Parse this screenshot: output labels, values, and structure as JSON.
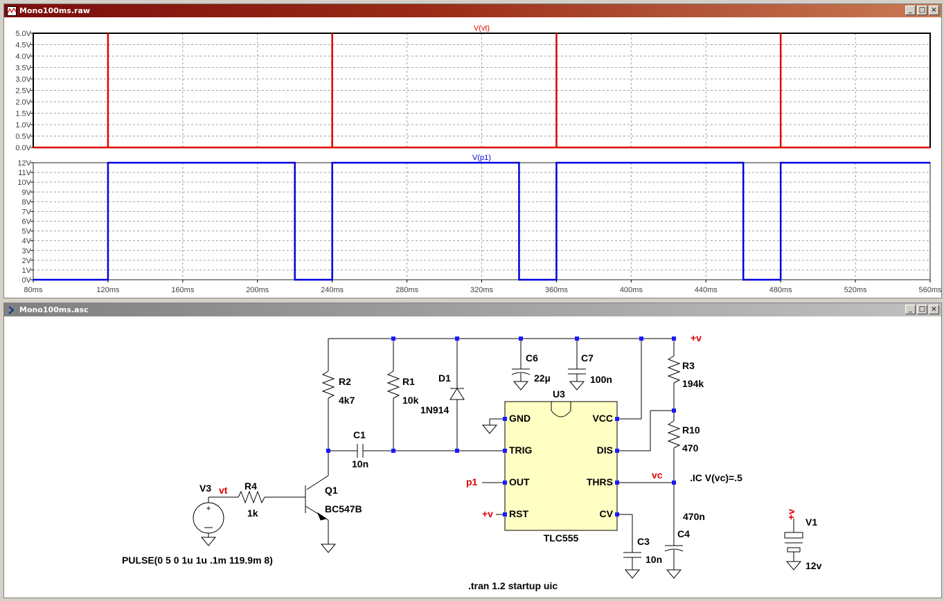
{
  "waveform_window": {
    "title": "Mono100ms.raw",
    "buttons": {
      "minimize": "_",
      "maximize": "□",
      "close": "×"
    }
  },
  "schematic_window": {
    "title": "Mono100ms.asc",
    "buttons": {
      "minimize": "_",
      "maximize": "□",
      "close": "×"
    }
  },
  "chart_data": [
    {
      "type": "line",
      "title": "V(vt)",
      "xlim": [
        80,
        560
      ],
      "ylim": [
        0,
        5
      ],
      "y_ticks": [
        "0.0V",
        "0.5V",
        "1.0V",
        "1.5V",
        "2.0V",
        "2.5V",
        "3.0V",
        "3.5V",
        "4.0V",
        "4.5V",
        "5.0V"
      ],
      "grid": true,
      "color": "#e00000",
      "series": [
        {
          "name": "V(vt)",
          "pulses_at_ms": [
            120,
            240,
            360,
            480
          ],
          "high": 5,
          "low": 0
        }
      ]
    },
    {
      "type": "line",
      "title": "V(p1)",
      "xlim": [
        80,
        560
      ],
      "ylim": [
        0,
        12
      ],
      "y_ticks": [
        "0V",
        "1V",
        "2V",
        "3V",
        "4V",
        "5V",
        "6V",
        "7V",
        "8V",
        "9V",
        "10V",
        "11V",
        "12V"
      ],
      "x_ticks": [
        "80ms",
        "120ms",
        "160ms",
        "200ms",
        "240ms",
        "280ms",
        "320ms",
        "360ms",
        "400ms",
        "440ms",
        "480ms",
        "520ms",
        "560ms"
      ],
      "grid": true,
      "color": "#0000e0",
      "series": [
        {
          "name": "V(p1)",
          "x_ms": [
            80,
            120,
            120,
            220,
            220,
            240,
            240,
            340,
            340,
            360,
            360,
            460,
            460,
            480,
            480,
            560
          ],
          "y": [
            0,
            0,
            12,
            12,
            0,
            0,
            12,
            12,
            0,
            0,
            12,
            12,
            0,
            0,
            12,
            12
          ]
        }
      ]
    }
  ],
  "schematic": {
    "labels": {
      "r2": "R2",
      "r2v": "4k7",
      "r1": "R1",
      "r1v": "10k",
      "d1": "D1",
      "d1v": "1N914",
      "c6": "C6",
      "c6v": "22µ",
      "c7": "C7",
      "c7v": "100n",
      "plusv_top": "+v",
      "r3": "R3",
      "r3v": "194k",
      "r10": "R10",
      "r10v": "470",
      "u3": "U3",
      "gnd": "GND",
      "vcc": "VCC",
      "trig": "TRIG",
      "dis": "DIS",
      "out": "OUT",
      "thrs": "THRS",
      "rst": "RST",
      "cv": "CV",
      "tlc555": "TLC555",
      "c1": "C1",
      "c1v": "10n",
      "v3": "V3",
      "vt": "vt",
      "r4": "R4",
      "r4v": "1k",
      "q1": "Q1",
      "q1v": "BC547B",
      "p1": "p1",
      "plusv_rst": "+v",
      "vc": "vc",
      "ic": ".IC V(vc)=.5",
      "c4v": "470n",
      "c4": "C4",
      "c3": "C3",
      "c3v": "10n",
      "v1": "V1",
      "v1v": "12v",
      "plusv_v1": "+v",
      "pulse": "PULSE(0 5 0 1u 1u .1m 119.9m 8)",
      "tran": ".tran 1.2 startup uic"
    }
  }
}
